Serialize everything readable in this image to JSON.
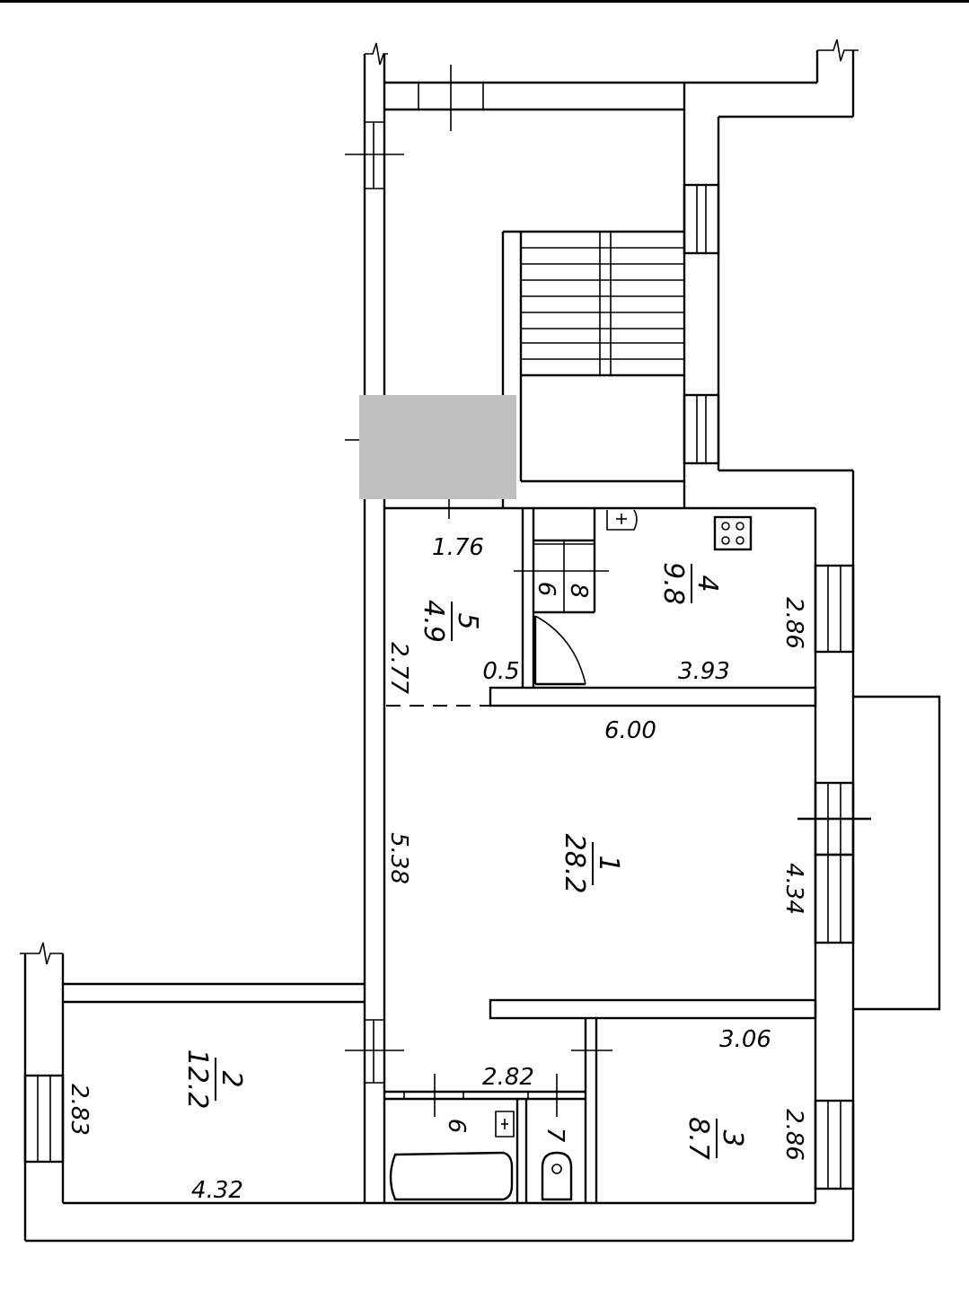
{
  "rooms": [
    {
      "id": "1",
      "area": "28.2"
    },
    {
      "id": "2",
      "area": "12.2"
    },
    {
      "id": "3",
      "area": "8.7"
    },
    {
      "id": "4",
      "area": "9.8"
    },
    {
      "id": "5",
      "area": "4.9"
    }
  ],
  "small_rooms": {
    "bath": "6",
    "wc": "7",
    "closet_a": "6",
    "closet_b": "8"
  },
  "dims": {
    "d176": "1.76",
    "d277": "2.77",
    "d05": "0.5",
    "d393": "3.93",
    "d286a": "2.86",
    "d600": "6.00",
    "d538": "5.38",
    "d434": "4.34",
    "d306": "3.06",
    "d282": "2.82",
    "d283": "2.83",
    "d432": "4.32",
    "d286b": "2.86"
  },
  "redaction_color": "#c0c0c0"
}
